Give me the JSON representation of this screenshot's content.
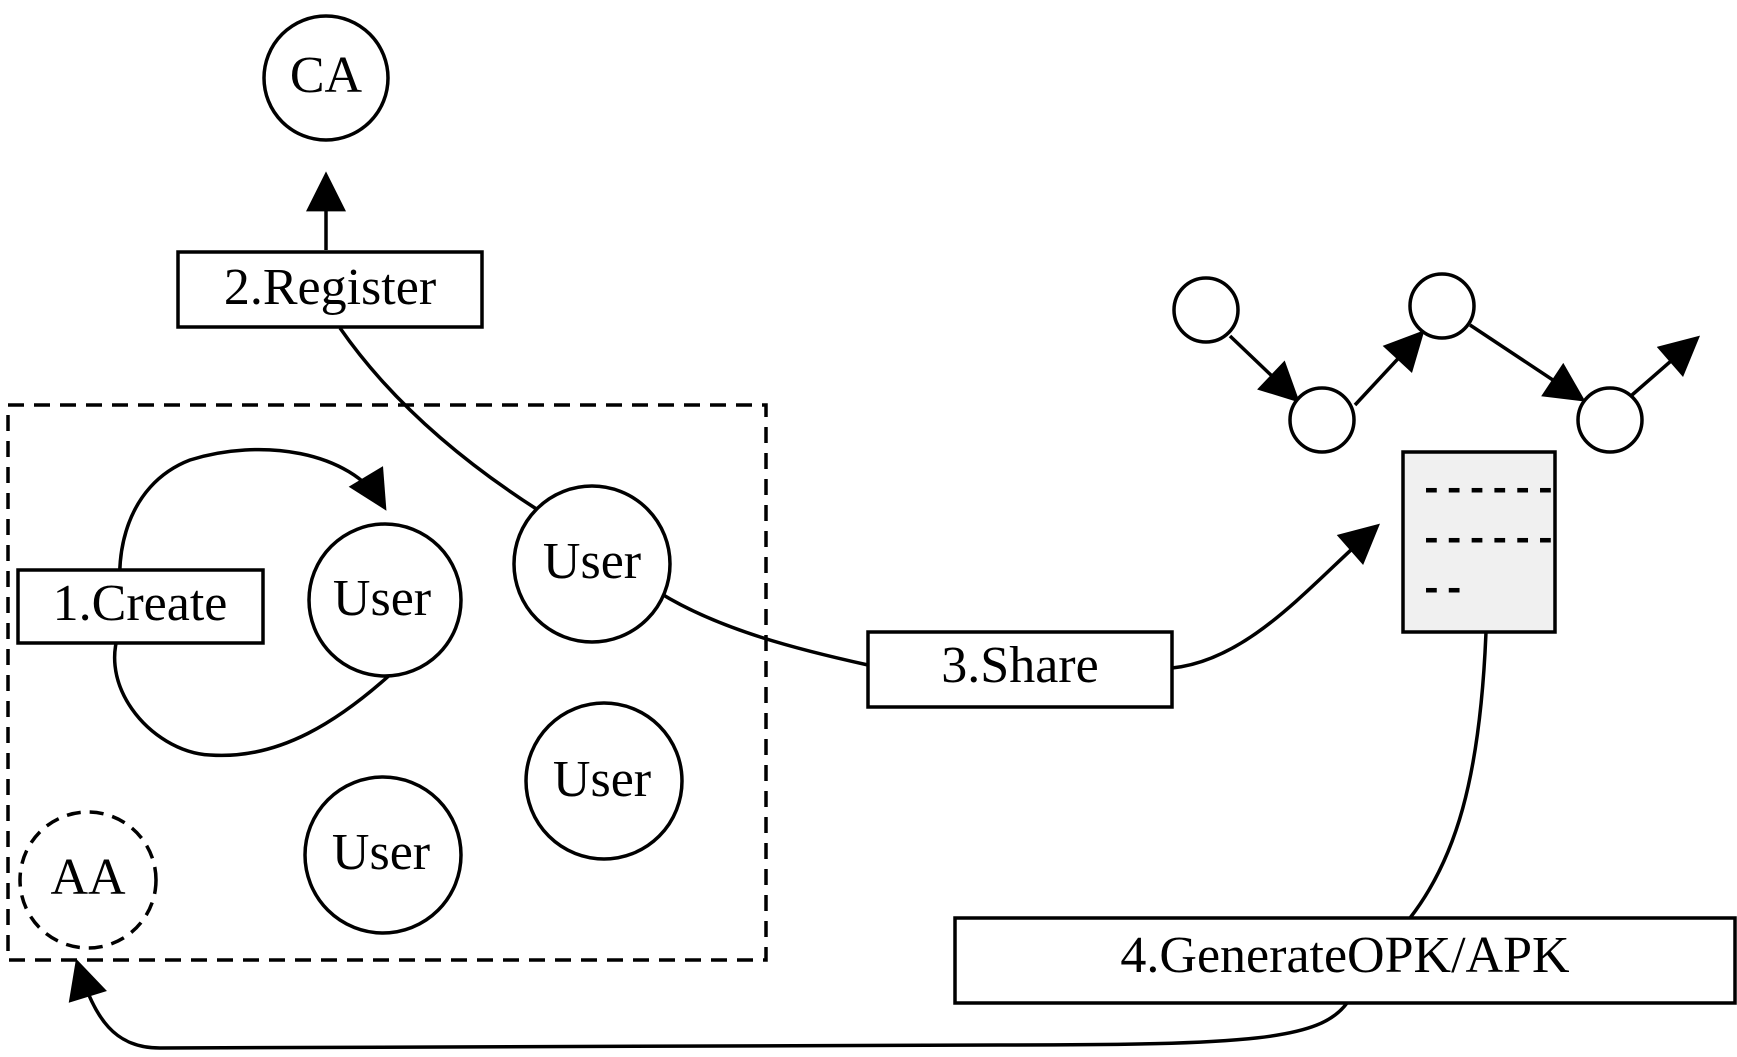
{
  "colors": {
    "stroke": "#000000",
    "background": "#ffffff",
    "document_fill": "#f0f0f0"
  },
  "nodes": {
    "ca": "CA",
    "aa": "AA",
    "user_1": "User",
    "user_2": "User",
    "user_3": "User",
    "user_4": "User"
  },
  "steps": {
    "create": "1.Create",
    "register": "2.Register",
    "share": "3.Share",
    "generate": "4.GenerateOPK/APK"
  },
  "document": {
    "lines": [
      "------",
      "------",
      "--"
    ]
  }
}
